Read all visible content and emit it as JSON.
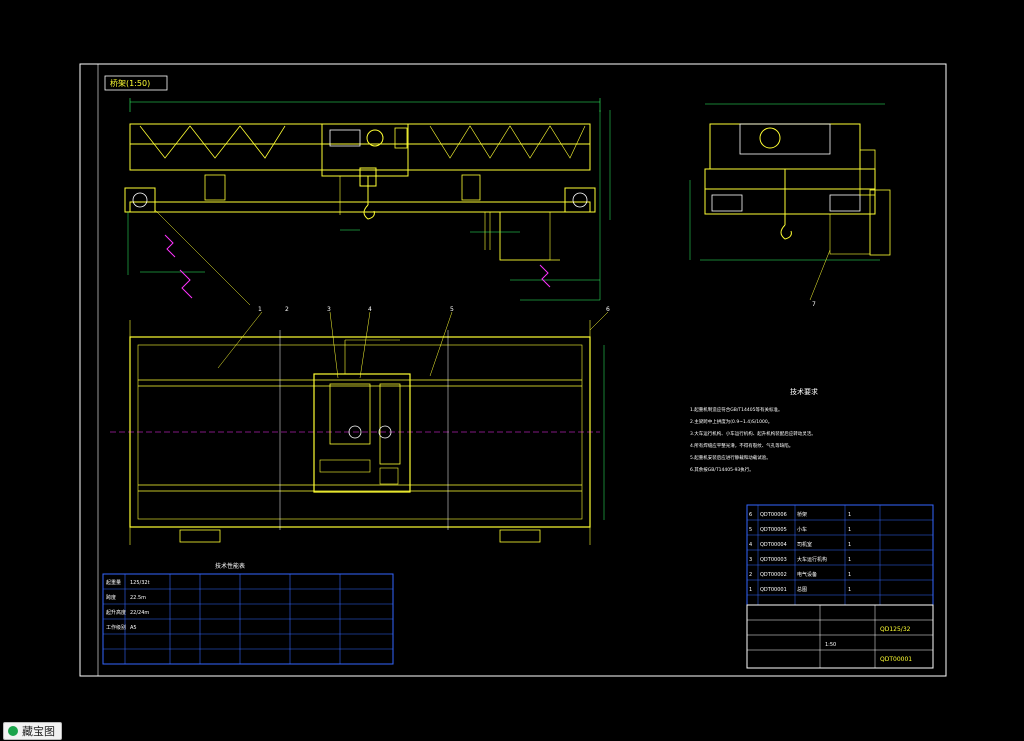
{
  "drawing": {
    "view_label": "桥架(1:50)",
    "tech_title": "技术要求",
    "tech_lines": [
      "1.起重机制造应符合GB/T14405等有关标准。",
      "2.主梁跨中上拱度为(0.9~1.4)S/1000。",
      "3.大车运行机构、小车运行机构、起升机构装配后应转动灵活。",
      "4.所有焊缝应平整光滑，不得有裂纹、气孔等缺陷。",
      "5.起重机安装后应进行静载和动载试验。",
      "6.其余按GB/T14405-93执行。"
    ],
    "param_title": "技术性能表",
    "param_rows": [
      [
        "起重量",
        "125/32t"
      ],
      [
        "跨度",
        "22.5m"
      ],
      [
        "起升高度",
        "22/24m"
      ],
      [
        "工作级别",
        "A5"
      ]
    ],
    "title_block": {
      "name": "QD125/32",
      "drawing_no": "QDT00001",
      "scale": "1:50"
    },
    "bom_rows": [
      [
        "6",
        "QDT00006",
        "桥架",
        "1"
      ],
      [
        "5",
        "QDT00005",
        "小车",
        "1"
      ],
      [
        "4",
        "QDT00004",
        "司机室",
        "1"
      ],
      [
        "3",
        "QDT00003",
        "大车运行机构",
        "1"
      ],
      [
        "2",
        "QDT00002",
        "电气设备",
        "1"
      ],
      [
        "1",
        "QDT00001",
        "总图",
        "1"
      ]
    ],
    "balloons": [
      "1",
      "2",
      "3",
      "4",
      "5",
      "6",
      "7"
    ],
    "colors": {
      "bg": "#000000",
      "frame": "#ffffff",
      "outline": "#ffff33",
      "dim": "#33ff66",
      "blue": "#3366ff",
      "magenta": "#ff33ff",
      "white": "#ffffff"
    }
  },
  "badge": {
    "label": "藏宝图"
  }
}
